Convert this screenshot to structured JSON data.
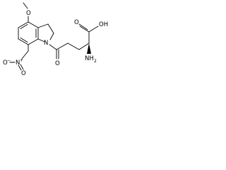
{
  "molecule": {
    "atom_labels": {
      "methoxy_o": "O",
      "ring_n": "N",
      "nitro_n_plus": "N",
      "nitro_plus": "+",
      "nitro_o_minus": "O",
      "nitro_o_minus_sign": "−",
      "nitro_o_double": "O",
      "ketone_o": "O",
      "amino": "NH",
      "amino_sub": "2",
      "acid_oh": "OH",
      "acid_o": "O"
    }
  }
}
